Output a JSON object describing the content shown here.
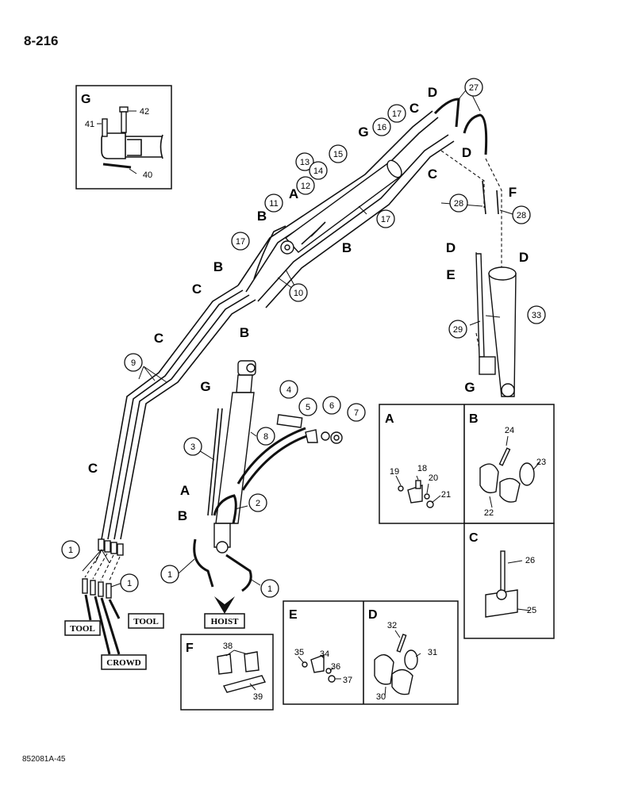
{
  "page_number": "8-216",
  "doc_code": "852081A-45",
  "callouts": {
    "c1a": "1",
    "c1b": "1",
    "c1c": "1",
    "c1d": "1",
    "c2": "2",
    "c3": "3",
    "c4": "4",
    "c5": "5",
    "c6": "6",
    "c7": "7",
    "c8": "8",
    "c9": "9",
    "c10": "10",
    "c11": "11",
    "c12": "12",
    "c13": "13",
    "c14": "14",
    "c15": "15",
    "c16": "16",
    "c17a": "17",
    "c17b": "17",
    "c17c": "17",
    "c27": "27",
    "c28a": "28",
    "c28b": "28",
    "c29": "29",
    "c33": "33"
  },
  "letters": {
    "D1": "D",
    "C1": "C",
    "G1": "G",
    "D2": "D",
    "C2": "C",
    "F1": "F",
    "A1": "A",
    "B1": "B",
    "B2": "B",
    "B3": "B",
    "C3": "C",
    "B4": "B",
    "C4": "C",
    "D3": "D",
    "E1": "E",
    "D4": "D",
    "G2": "G",
    "C5": "C",
    "G3": "G",
    "A2": "A",
    "B5": "B"
  },
  "labels": {
    "tool_left": "TOOL",
    "tool_right": "TOOL",
    "hoist": "HOIST",
    "crowd": "CROWD"
  },
  "panels": {
    "G": {
      "title": "G",
      "n40": "40",
      "n41": "41",
      "n42": "42"
    },
    "A": {
      "title": "A",
      "n18": "18",
      "n19": "19",
      "n20": "20",
      "n21": "21"
    },
    "B": {
      "title": "B",
      "n22": "22",
      "n23": "23",
      "n24": "24"
    },
    "C": {
      "title": "C",
      "n25": "25",
      "n26": "26"
    },
    "D": {
      "title": "D",
      "n30": "30",
      "n31": "31",
      "n32": "32"
    },
    "E": {
      "title": "E",
      "n34": "34",
      "n35": "35",
      "n36": "36",
      "n37": "37"
    },
    "F": {
      "title": "F",
      "n38": "38",
      "n39": "39"
    }
  }
}
